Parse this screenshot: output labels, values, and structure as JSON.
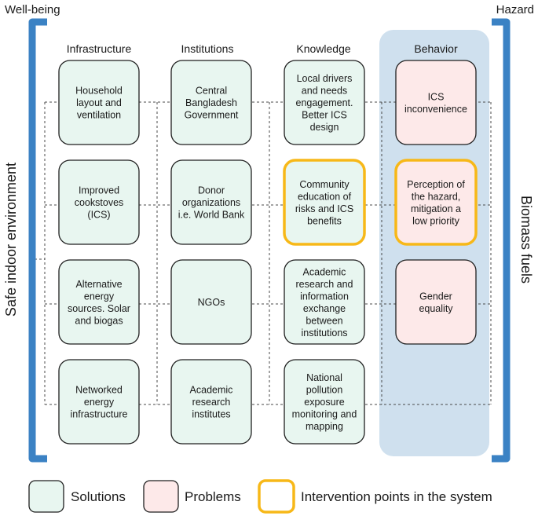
{
  "corners": {
    "left": "Well-being",
    "right": "Hazard"
  },
  "side_labels": {
    "left": "Safe indoor environment",
    "right": "Biomass fuels"
  },
  "colors": {
    "solution_fill": "#e8f6f0",
    "problem_fill": "#fde9e9",
    "intervention_border": "#f7b818",
    "node_border": "#1f1f1f",
    "bracket": "#3b82c4",
    "behavior_panel": "#cfe0ee",
    "connector": "#4a4a4a"
  },
  "columns": [
    {
      "id": "infrastructure",
      "header": "Infrastructure",
      "nodes": [
        {
          "lines": [
            "Household",
            "layout and",
            "ventilation"
          ],
          "kind": "solution",
          "intervention": false
        },
        {
          "lines": [
            "Improved",
            "cookstoves",
            "(ICS)"
          ],
          "kind": "solution",
          "intervention": false
        },
        {
          "lines": [
            "Alternative",
            "energy",
            "sources. Solar",
            "and biogas"
          ],
          "kind": "solution",
          "intervention": false
        },
        {
          "lines": [
            "Networked",
            "energy",
            "infrastructure"
          ],
          "kind": "solution",
          "intervention": false
        }
      ]
    },
    {
      "id": "institutions",
      "header": "Institutions",
      "nodes": [
        {
          "lines": [
            "Central",
            "Bangladesh",
            "Government"
          ],
          "kind": "solution",
          "intervention": false
        },
        {
          "lines": [
            "Donor",
            "organizations",
            "i.e. World Bank"
          ],
          "kind": "solution",
          "intervention": false
        },
        {
          "lines": [
            "NGOs"
          ],
          "kind": "solution",
          "intervention": false
        },
        {
          "lines": [
            "Academic",
            "research",
            "institutes"
          ],
          "kind": "solution",
          "intervention": false
        }
      ]
    },
    {
      "id": "knowledge",
      "header": "Knowledge",
      "nodes": [
        {
          "lines": [
            "Local drivers",
            "and needs",
            "engagement.",
            "Better ICS",
            "design"
          ],
          "kind": "solution",
          "intervention": false
        },
        {
          "lines": [
            "Community",
            "education of",
            "risks and ICS",
            "benefits"
          ],
          "kind": "solution",
          "intervention": true
        },
        {
          "lines": [
            "Academic",
            "research and",
            "information",
            "exchange",
            "between",
            "institutions"
          ],
          "kind": "solution",
          "intervention": false
        },
        {
          "lines": [
            "National",
            "pollution",
            "exposure",
            "monitoring and",
            "mapping"
          ],
          "kind": "solution",
          "intervention": false
        }
      ]
    },
    {
      "id": "behavior",
      "header": "Behavior",
      "nodes": [
        {
          "lines": [
            "ICS",
            "inconvenience"
          ],
          "kind": "problem",
          "intervention": false
        },
        {
          "lines": [
            "Perception of",
            "the hazard,",
            "mitigation a",
            "low priority"
          ],
          "kind": "problem",
          "intervention": true
        },
        {
          "lines": [
            "Gender",
            "equality"
          ],
          "kind": "problem",
          "intervention": false
        }
      ]
    }
  ],
  "legend": [
    {
      "label": "Solutions",
      "kind": "solution"
    },
    {
      "label": "Problems",
      "kind": "problem"
    },
    {
      "label": "Intervention points in the system",
      "kind": "intervention"
    }
  ]
}
